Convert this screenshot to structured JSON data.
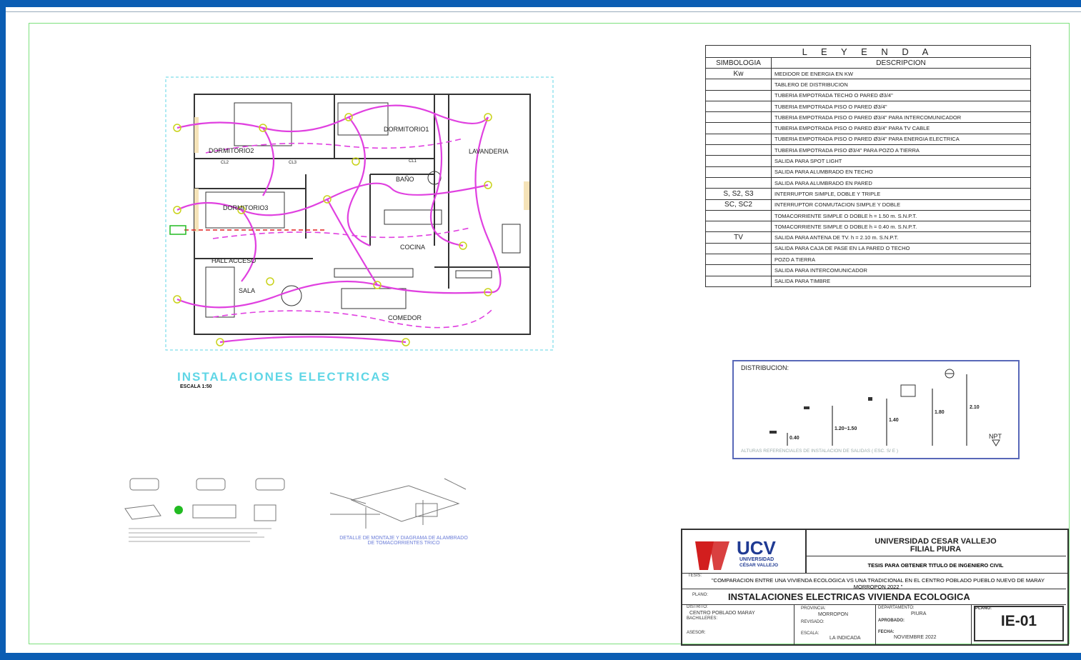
{
  "plan": {
    "title": "INSTALACIONES ELECTRICAS",
    "scale": "ESCALA 1:50",
    "rooms": {
      "dorm1": "DORMITORIO1",
      "dorm2": "DORMITORIO2",
      "dorm3": "DORMITORIO3",
      "lavanderia": "LAVANDERIA",
      "bano": "BAÑO",
      "cocina": "COCINA",
      "hall": "HALL  ACCESO",
      "sala": "SALA",
      "comedor": "COMEDOR",
      "cl1": "CL1",
      "cl2": "CL2",
      "cl3": "CL3"
    }
  },
  "legend": {
    "title": "L E Y E N D A",
    "col_symbol": "SIMBOLOGIA",
    "col_desc": "DESCRIPCION",
    "rows": [
      {
        "sym": "Kw",
        "desc": "MEDIDOR DE ENERGIA EN KW"
      },
      {
        "sym": "",
        "desc": "TABLERO DE DISTRIBUCION"
      },
      {
        "sym": "",
        "desc": "TUBERIA EMPOTRADA TECHO O PARED Ø3/4\""
      },
      {
        "sym": "",
        "desc": "TUBERIA EMPOTRADA PISO O PARED Ø3/4\""
      },
      {
        "sym": "",
        "desc": "TUBERIA EMPOTRADA PISO O PARED Ø3/4\" PARA INTERCOMUNICADOR"
      },
      {
        "sym": "",
        "desc": "TUBERIA EMPOTRADA PISO O PARED Ø3/4\" PARA TV CABLE"
      },
      {
        "sym": "",
        "desc": "TUBERIA EMPOTRADA PISO O PARED Ø3/4\" PARA ENERGIA ELECTRICA"
      },
      {
        "sym": "",
        "desc": "TUBERIA EMPOTRADA PISO Ø3/4\" PARA POZO A TIERRA"
      },
      {
        "sym": "",
        "desc": "SALIDA PARA SPOT LIGHT"
      },
      {
        "sym": "",
        "desc": "SALIDA PARA ALUMBRADO EN TECHO"
      },
      {
        "sym": "",
        "desc": "SALIDA PARA ALUMBRADO EN PARED"
      },
      {
        "sym": "S, S2, S3",
        "desc": "INTERRUPTOR SIMPLE, DOBLE Y TRIPLE"
      },
      {
        "sym": "SC, SC2",
        "desc": "INTERRUPTOR CONMUTACION SIMPLE Y DOBLE"
      },
      {
        "sym": "",
        "desc": "TOMACORRIENTE SIMPLE O DOBLE h = 1.50 m. S.N.P.T."
      },
      {
        "sym": "",
        "desc": "TOMACORRIENTE SIMPLE O DOBLE h = 0.40 m. S.N.P.T."
      },
      {
        "sym": "TV",
        "desc": "SALIDA PARA ANTENA DE TV. h = 2.10 m. S.N.P.T."
      },
      {
        "sym": "",
        "desc": "SALIDA PARA CAJA DE PASE EN LA PARED O TECHO"
      },
      {
        "sym": "",
        "desc": "POZO A TIERRA"
      },
      {
        "sym": "",
        "desc": "SALIDA PARA INTERCOMUNICADOR"
      },
      {
        "sym": "",
        "desc": "SALIDA PARA TIMBRE"
      }
    ]
  },
  "distribucion": {
    "title": "DISTRIBUCION:",
    "heights": [
      "0.40",
      "1.20~1.50",
      "1.40",
      "1.80",
      "2.10"
    ],
    "npt": "NPT",
    "footer": "ALTURAS REFERENCIALES DE INSTALACION DE SALIDAS ( ESC. S/ E )"
  },
  "detail": {
    "caption": "DETALLE DE MONTAJE Y DIAGRAMA DE ALAMBRADO DE TOMACORRIENTES TRICO"
  },
  "titleblock": {
    "logo_big": "UCV",
    "logo_small1": "UNIVERSIDAD",
    "logo_small2": "CÉSAR VALLEJO",
    "university": "UNIVERSIDAD CESAR VALLEJO",
    "filial": "FILIAL PIURA",
    "tesis_line": "TESIS PARA OBTENER TITULO DE INGENIERO CIVIL",
    "tesis_label": "TESIS:",
    "thesis_title": "\"COMPARACION ENTRE UNA VIVIENDA ECOLOGICA VS UNA TRADICIONAL EN EL CENTRO POBLADO PUEBLO NUEVO DE MARAY   MORROPON  2022 \"",
    "plano_label": "PLANO:",
    "plano_title": "INSTALACIONES ELECTRICAS  VIVIENDA ECOLOGICA",
    "distrito_label": "DISTRITO:",
    "distrito": "CENTRO POBLADO MARAY",
    "provincia_label": "PROVINCIA:",
    "provincia": "MORROPON",
    "departamento_label": "DEPARTAMENTO:",
    "departamento": "PIURA",
    "plano_num_label": "PLANO:",
    "plano_num": "IE-01",
    "bachilleres_label": "BACHILLERES:",
    "revisado_label": "REVISADO:",
    "aprobado_label": "APROBADO:",
    "asesor_label": "ASESOR:",
    "escala_label": "ESCALA:",
    "escala": "LA INDICADA",
    "fecha_label": "FECHA:",
    "fecha": "NOVIEMBRE  2022"
  }
}
